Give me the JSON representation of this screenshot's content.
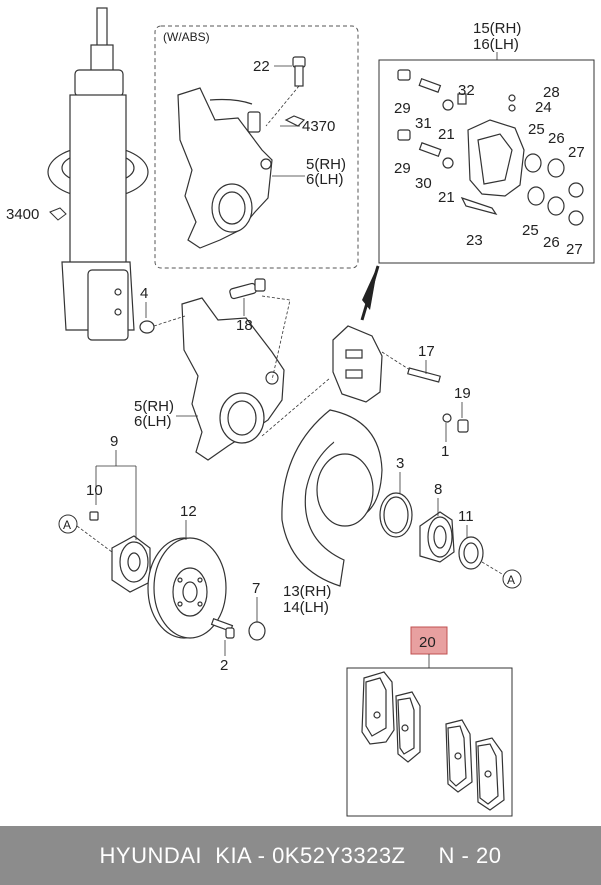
{
  "labels": {
    "wabs": "(W/ABS)",
    "p22": "22",
    "p4370": "4370",
    "p5rh_a": "5(RH)",
    "p6lh_a": "6(LH)",
    "p3400": "3400",
    "p15rh": "15(RH)",
    "p16lh": "16(LH)",
    "p29a": "29",
    "p31": "31",
    "p32": "32",
    "p21a": "21",
    "p28": "28",
    "p24": "24",
    "p25a": "25",
    "p26a": "26",
    "p27a": "27",
    "p29b": "29",
    "p30": "30",
    "p21b": "21",
    "p23": "23",
    "p25b": "25",
    "p26b": "26",
    "p27b": "27",
    "p4": "4",
    "p18": "18",
    "p17": "17",
    "p5rh_b": "5(RH)",
    "p6lh_b": "6(LH)",
    "p19": "19",
    "p1": "1",
    "p9": "9",
    "p10": "10",
    "pA1": "A",
    "p12": "12",
    "p3": "3",
    "p8": "8",
    "p11": "11",
    "pA2": "A",
    "p13rh": "13(RH)",
    "p14lh": "14(LH)",
    "p7": "7",
    "p2": "2",
    "p20": "20"
  },
  "colors": {
    "highlight": "#e8a0a0",
    "footer_bg": "#8c8c8c",
    "footer_text": "#ffffff",
    "line": "#333333"
  },
  "footer": {
    "text": "HYUNDAI  KIA - 0K52Y3323Z     N - 20"
  }
}
